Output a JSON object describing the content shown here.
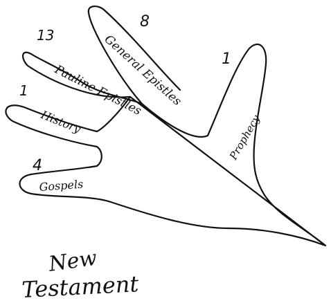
{
  "diagram": {
    "title_line1": "New",
    "title_line2": "Testament",
    "fingers": [
      {
        "label": "Gospels",
        "count": "4"
      },
      {
        "label": "History",
        "count": "1"
      },
      {
        "label": "Pauline Epistles",
        "count": "13"
      },
      {
        "label": "General Epistles",
        "count": "8"
      }
    ],
    "thumb": {
      "label": "Prophecy",
      "count": "1"
    }
  }
}
